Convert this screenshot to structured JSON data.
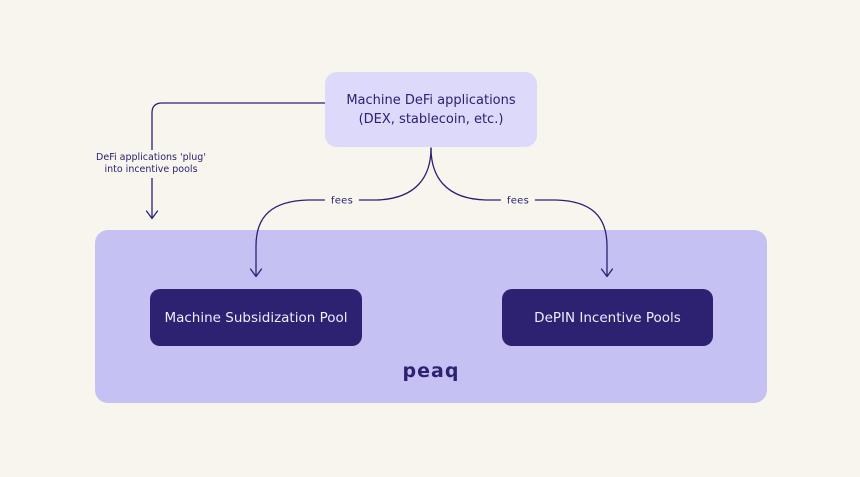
{
  "colors": {
    "bg": "#f7f5ee",
    "light_box": "#dcd9fa",
    "panel": "#c6c1f3",
    "dark": "#2d2171",
    "box_text": "#efedfb"
  },
  "top_box": {
    "line1": "Machine DeFi applications",
    "line2": "(DEX, stablecoin, etc.)"
  },
  "left_note": {
    "line1": "DeFi applications 'plug'",
    "line2": "into incentive pools"
  },
  "labels": {
    "fees_left": "fees",
    "fees_right": "fees"
  },
  "pools": {
    "left": "Machine Subsidization Pool",
    "right": "DePIN Incentive Pools"
  },
  "logo": "peaq"
}
